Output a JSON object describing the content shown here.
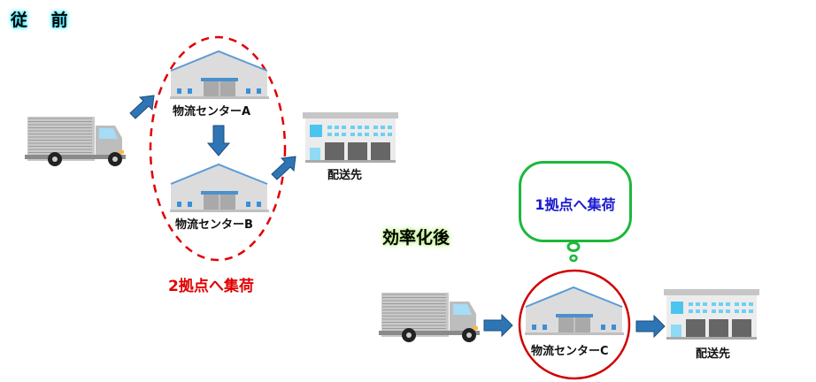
{
  "before": {
    "title": "従 前",
    "center_a_label": "物流センターA",
    "center_b_label": "物流センターB",
    "destination_label": "配送先",
    "note": "2拠点へ集荷"
  },
  "after": {
    "title": "効率化後",
    "center_c_label": "物流センターC",
    "destination_label": "配送先",
    "bubble_text": "1拠点へ集荷"
  },
  "colors": {
    "arrow": "#2e75b6",
    "before_note": "#e00000",
    "bubble_border": "#1cb83a",
    "bubble_text": "#1a1ad0",
    "ellipse": "#e00000"
  }
}
